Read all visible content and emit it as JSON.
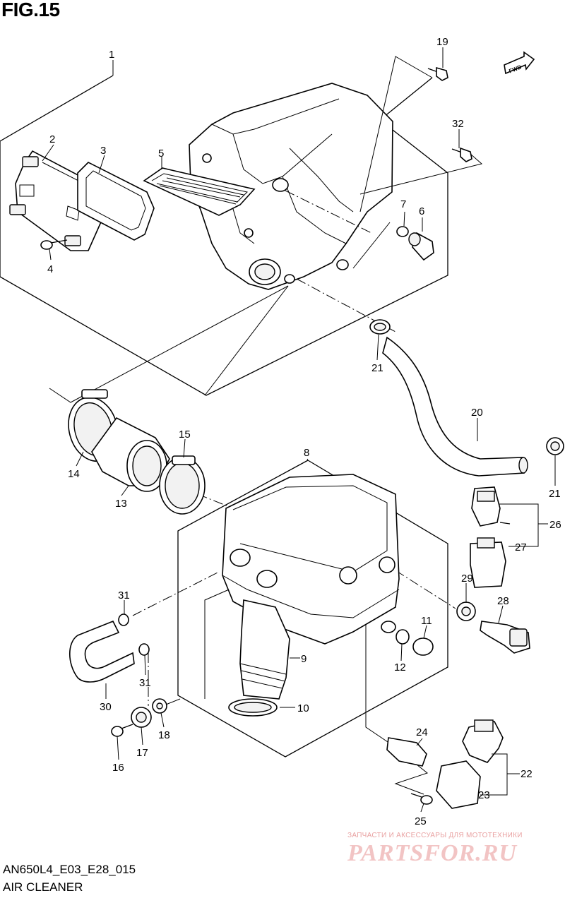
{
  "figure": {
    "title": "FIG.15"
  },
  "footer": {
    "code": "AN650L4_E03_E28_015",
    "caption": "AIR CLEANER"
  },
  "fwd_arrow": {
    "label": "FWD"
  },
  "watermark": {
    "line1": "ЗАПЧАСТИ И АКСЕССУАРЫ ДЛЯ МОТОТЕХНИКИ",
    "line2": "PARTSFOR.RU"
  },
  "callouts": {
    "c1": "1",
    "c2": "2",
    "c3": "3",
    "c4": "4",
    "c5": "5",
    "c6": "6",
    "c7": "7",
    "c8": "8",
    "c9": "9",
    "c10": "10",
    "c11": "11",
    "c12": "12",
    "c13": "13",
    "c14": "14",
    "c15": "15",
    "c16": "16",
    "c17": "17",
    "c18": "18",
    "c19": "19",
    "c20": "20",
    "c21a": "21",
    "c21b": "21",
    "c22": "22",
    "c23": "23",
    "c24": "24",
    "c25": "25",
    "c26": "26",
    "c27": "27",
    "c28": "28",
    "c29": "29",
    "c30": "30",
    "c31a": "31",
    "c31b": "31",
    "c32": "32"
  }
}
